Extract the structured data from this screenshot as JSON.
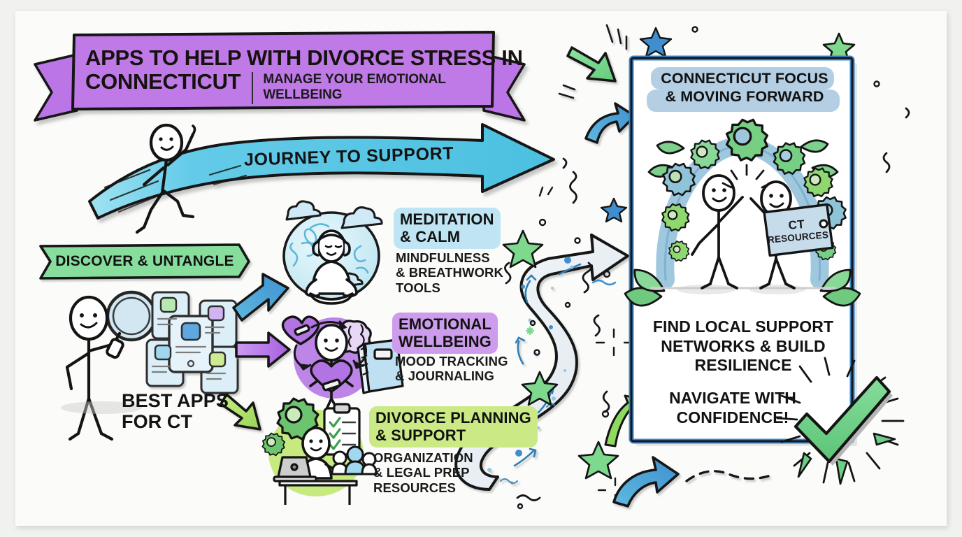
{
  "doc": {
    "kind": "hand-drawn-whiteboard-infographic",
    "background_color": "#f1f1ef",
    "paper_color": "#fbfbfa"
  },
  "title_banner": {
    "name": "title-ribbon",
    "color": "#c07ae8",
    "line1": "APPS TO HELP WITH DIVORCE STRESS IN",
    "line2": "CONNECTICUT",
    "subtitle": "MANAGE YOUR EMOTIONAL WELLBEING"
  },
  "journey": {
    "label": "JOURNEY TO SUPPORT",
    "color": "#5ec8e5"
  },
  "discover": {
    "label": "DISCOVER & UNTANGLE",
    "color": "#87dd9c"
  },
  "left": {
    "caption_line1": "BEST APPS",
    "caption_line2": "FOR CT",
    "figure": "person-with-magnifier",
    "apps_grid": "phone-app-tiles"
  },
  "arrows": {
    "to_feature1": {
      "name": "arrow-blue-up-right",
      "color": "#4ba3d8"
    },
    "to_feature2": {
      "name": "arrow-purple-right",
      "color": "#b06fe3"
    },
    "to_feature3": {
      "name": "arrow-green-down-right",
      "color": "#a9dd63"
    },
    "top_green": {
      "name": "arrow-green-down-right-top",
      "color": "#7fd68f"
    },
    "top_blue": {
      "name": "arrow-blue-curve-up",
      "color": "#3f8fd0"
    },
    "bottom_blue": {
      "name": "arrow-blue-curve-right",
      "color": "#3f93d4"
    },
    "mid_green_small": {
      "name": "arrow-green-small-up",
      "color": "#8ed95f"
    }
  },
  "features": [
    {
      "id": "meditation",
      "title": "MEDITATION\n& CALM",
      "title_line1": "MEDITATION",
      "title_line2": "& CALM",
      "highlight": "#bfe4f3",
      "sub_line1": "MINDFULNESS",
      "sub_line2": "& BREATHWORK",
      "sub_line3": "TOOLS",
      "icon": "meditating-person-with-headphones"
    },
    {
      "id": "emotional",
      "title_line1": "EMOTIONAL",
      "title_line2": "WELLBEING",
      "highlight": "#cd9cec",
      "sub_line1": "MOOD TRACKING",
      "sub_line2": "& JOURNALING",
      "sub_line3": "",
      "icon": "person-heart-brain-journal"
    },
    {
      "id": "planning",
      "title_line1": "DIVORCE PLANNING",
      "title_line2": "& SUPPORT",
      "highlight": "#cbea86",
      "sub_line1": "ORGANIZATION",
      "sub_line2": "& LEGAL PREP",
      "sub_line3": "RESOURCES",
      "icon": "person-laptop-gears-checklist"
    }
  ],
  "right_panel": {
    "border_color": "#3b87c9",
    "heading_line1": "CONNECTICUT FOCUS",
    "heading_line2": "& MOVING FORWARD",
    "heading_highlight": "#b4cfe4",
    "illustration": "two-people-high-five-under-gear-arch",
    "sign_line1": "CT",
    "sign_line2": "RESOURCES",
    "body_line1": "FIND LOCAL SUPPORT",
    "body_line2": "NETWORKS & BUILD",
    "body_line3": "RESILIENCE",
    "body2_line1": "NAVIGATE WITH",
    "body2_line2": "CONFIDENCE!",
    "checkmark": {
      "name": "green-checkmark",
      "color": "#6ece85"
    }
  },
  "decor": {
    "path": {
      "name": "s-curve-path-arrow",
      "color": "#e7edf2"
    },
    "stars_green": "#7ed98f",
    "stars_blue": "#3f8fd0",
    "squiggles": "#15151a"
  }
}
